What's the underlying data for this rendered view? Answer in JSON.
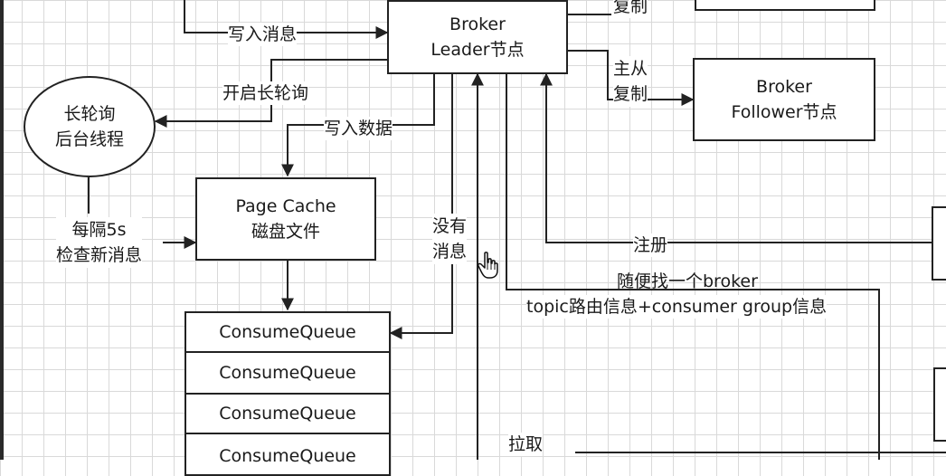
{
  "nodes": {
    "broker_leader": {
      "line1": "Broker",
      "line2": "Leader节点"
    },
    "broker_follower": {
      "line1": "Broker",
      "line2": "Follower节点"
    },
    "long_poll": {
      "line1": "长轮询",
      "line2": "后台线程"
    },
    "page_cache": {
      "line1": "Page Cache",
      "line2": "磁盘文件"
    },
    "consume_queues": [
      "ConsumeQueue",
      "ConsumeQueue",
      "ConsumeQueue",
      "ConsumeQueue"
    ]
  },
  "labels": {
    "write_message": "写入消息",
    "copy_top": "复制",
    "master_slave_1": "主从",
    "master_slave_2": "复制",
    "start_long_poll": "开启长轮询",
    "write_data": "写入数据",
    "every_5s_1": "每隔5s",
    "every_5s_2": "检查新消息",
    "no_message_1": "没有",
    "no_message_2": "消息",
    "register": "注册",
    "any_broker": "随便找一个broker",
    "route_info": "topic路由信息+consumer group信息",
    "pull": "拉取"
  },
  "colors": {
    "line": "#222222",
    "grid": "#d9d9d9",
    "background": "#ffffff"
  }
}
